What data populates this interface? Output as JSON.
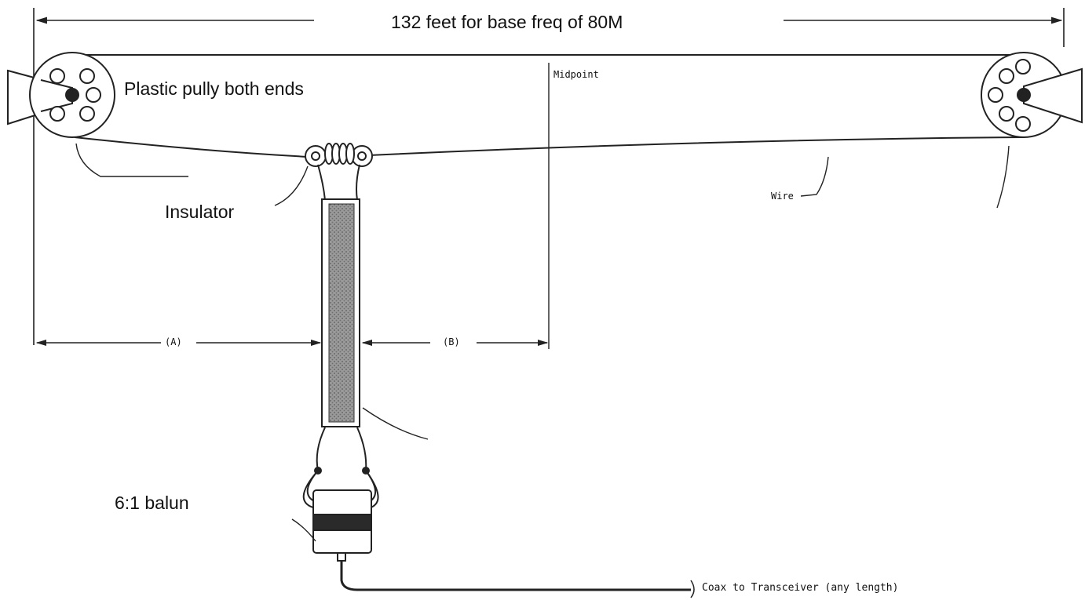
{
  "labels": {
    "title": "132 feet for base freq of 80M",
    "pulleys": "Plastic pully both ends",
    "midpoint": "Midpoint",
    "insulator": "Insulator",
    "wire": "Wire",
    "segment_a": "(A)",
    "segment_b": "(B)",
    "balun": "6:1 balun",
    "coax": "Coax to Transceiver (any length)"
  }
}
